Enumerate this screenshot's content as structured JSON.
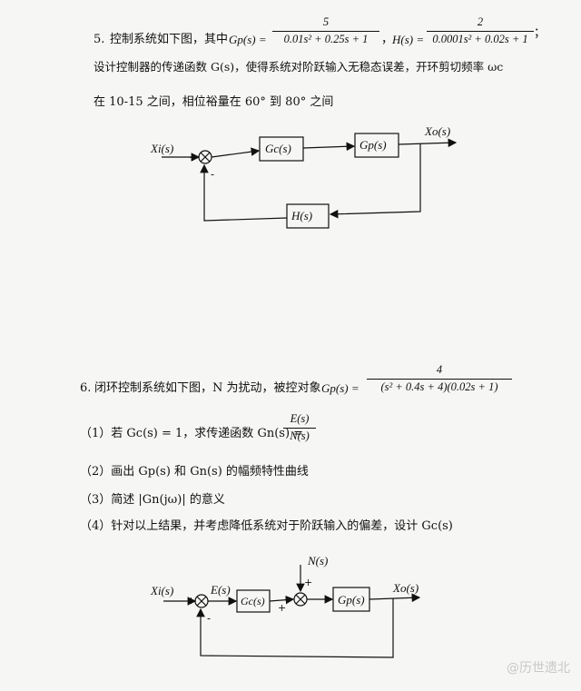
{
  "p5": {
    "num": "5.",
    "line1_a": "控制系统如下图，其中",
    "gp_label": "Gp(s) =",
    "gp_num": "5",
    "gp_den": "0.01s² + 0.25s + 1",
    "sep": "，",
    "h_label": "H(s) =",
    "h_num": "2",
    "h_den": "0.0001s² + 0.02s + 1",
    "end": "；",
    "line2": "设计控制器的传递函数 G(s)，使得系统对阶跃输入无稳态误差，开环剪切频率 ωc",
    "line3": "在 10-15 之间，相位裕量在 60° 到 80° 之间"
  },
  "diagram1": {
    "input": "Xi(s)",
    "output": "Xo(s)",
    "plus": "+",
    "minus": "-",
    "block_gc": "Gc(s)",
    "block_gp": "Gp(s)",
    "block_h": "H(s)"
  },
  "p6": {
    "num": "6.",
    "line1": "闭环控制系统如下图，N 为扰动，被控对象",
    "gp_label": "Gp(s) =",
    "gp_num": "4",
    "gp_den": "(s² + 0.4s + 4)(0.02s + 1)",
    "q1_a": "（1）若 Gc(s) = 1，求传递函数 Gn(s) =",
    "q1_num": "E(s)",
    "q1_den": "N(s)",
    "q2": "（2）画出 Gp(s) 和 Gn(s) 的幅频特性曲线",
    "q3": "（3）简述 |Gn(jω)| 的意义",
    "q4": "（4）针对以上结果，并考虑降低系统对于阶跃输入的偏差，设计 Gc(s)"
  },
  "diagram2": {
    "input": "Xi(s)",
    "error": "E(s)",
    "disturbance": "N(s)",
    "output": "Xo(s)",
    "plus": "+",
    "minus": "-",
    "block_gc": "Gc(s)",
    "block_gp": "Gp(s)"
  },
  "watermark": "@历世遗北"
}
